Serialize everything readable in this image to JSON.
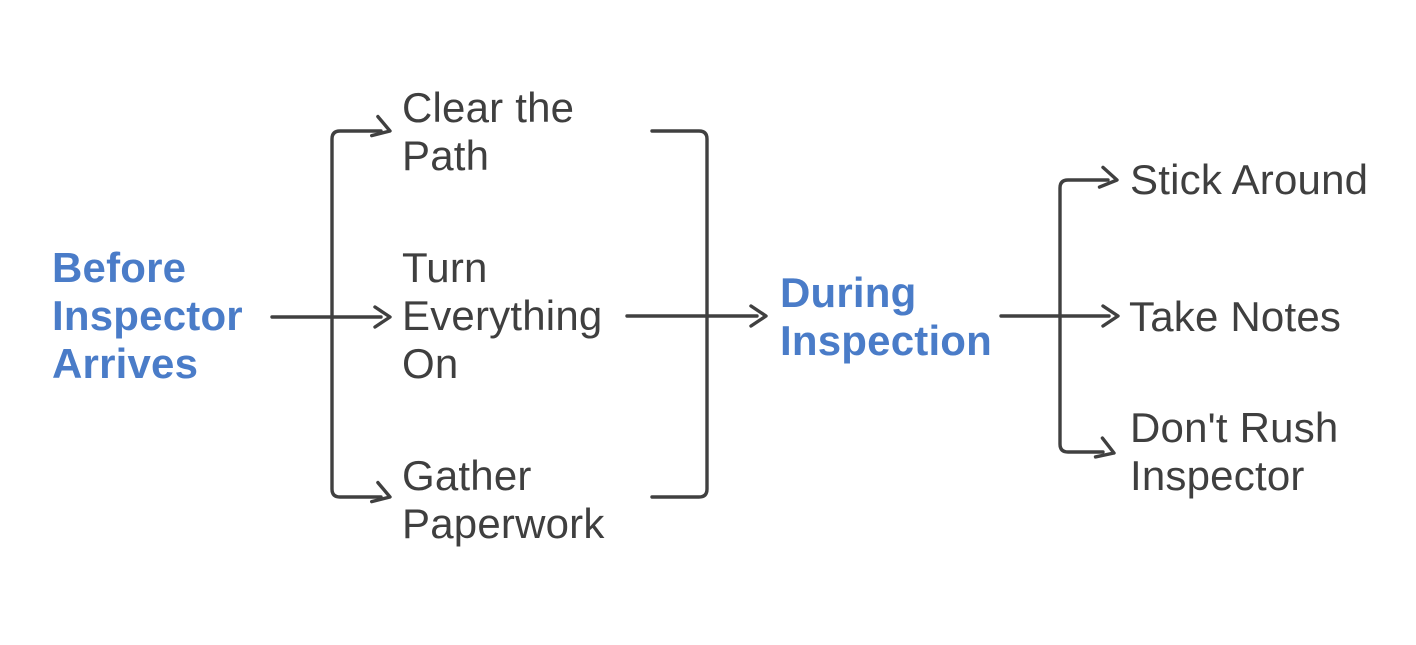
{
  "diagram": {
    "type": "flowchart",
    "direction": "left-to-right",
    "stages": {
      "before": {
        "label": "Before\nInspector\nArrives"
      },
      "during": {
        "label": "During\nInspection"
      }
    },
    "before_items": [
      {
        "label": "Clear the\nPath"
      },
      {
        "label": "Turn\nEverything\nOn"
      },
      {
        "label": "Gather\nPaperwork"
      }
    ],
    "during_items": [
      {
        "label": "Stick Around"
      },
      {
        "label": "Take Notes"
      },
      {
        "label": "Don't Rush\nInspector"
      }
    ],
    "edges": [
      "Before Inspector Arrives -> Clear the Path",
      "Before Inspector Arrives -> Turn Everything On",
      "Before Inspector Arrives -> Gather Paperwork",
      "Clear the Path -> During Inspection",
      "Turn Everything On -> During Inspection",
      "Gather Paperwork -> During Inspection",
      "During Inspection -> Stick Around",
      "During Inspection -> Take Notes",
      "During Inspection -> Don't Rush Inspector"
    ]
  },
  "colors": {
    "accent_blue": "#4a7cc8",
    "line_gray": "#404040",
    "text_gray": "#3f3f3f",
    "background": "#ffffff"
  }
}
